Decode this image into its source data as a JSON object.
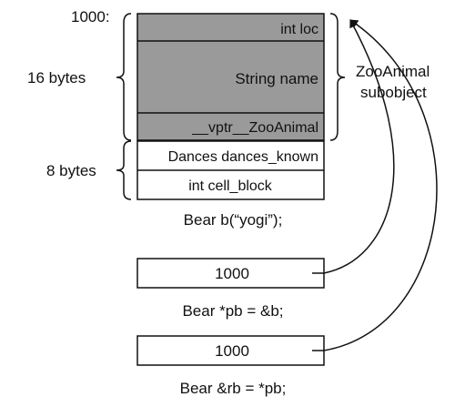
{
  "address_label": "1000:",
  "size_labels": {
    "zooanimal": "16 bytes",
    "bear_extra": "8 bytes"
  },
  "subobject_label": {
    "line1": "ZooAnimal",
    "line2": "subobject"
  },
  "memory_layout": {
    "cells": [
      {
        "label": "int loc",
        "shaded": true
      },
      {
        "label": "String name",
        "shaded": true
      },
      {
        "label": "__vptr__ZooAnimal",
        "shaded": true
      },
      {
        "label": "Dances dances_known",
        "shaded": false
      },
      {
        "label": "int cell_block",
        "shaded": false
      }
    ],
    "caption": "Bear b(“yogi”);"
  },
  "pointer_pb": {
    "value": "1000",
    "caption": "Bear *pb = &b;"
  },
  "reference_rb": {
    "value": "1000",
    "caption": "Bear &rb = *pb;"
  },
  "colors": {
    "shaded_cell": "#9a9a9a",
    "stroke": "#111111",
    "background": "#ffffff"
  }
}
